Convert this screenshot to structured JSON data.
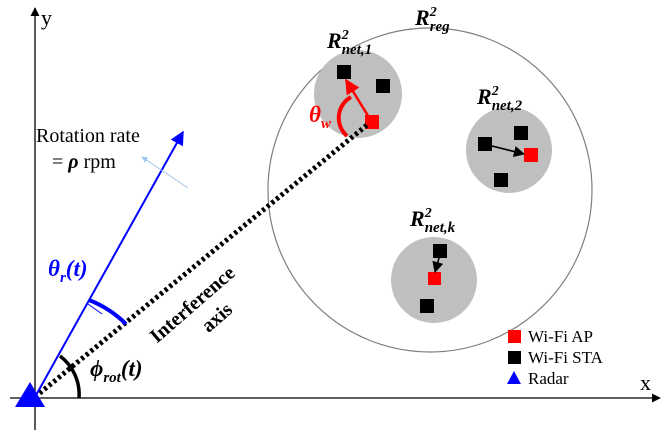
{
  "axes": {
    "x_label": "x",
    "y_label": "y"
  },
  "region_label": {
    "base": "R",
    "sup": "2",
    "sub": "reg"
  },
  "networks": [
    {
      "base": "R",
      "sup": "2",
      "sub": "net,1"
    },
    {
      "base": "R",
      "sup": "2",
      "sub": "net,2"
    },
    {
      "base": "R",
      "sup": "2",
      "sub": "net,k"
    }
  ],
  "theta_w": {
    "symbol": "θ",
    "sub": "w"
  },
  "theta_r": {
    "symbol": "θ",
    "sub": "r",
    "arg": "(t)"
  },
  "phi_rot": {
    "symbol": "ϕ",
    "sub": "rot",
    "arg": "(t)"
  },
  "rotation": {
    "line1": "Rotation rate",
    "line2_eq": "= ",
    "line2_sym": "ρ",
    "line2_unit": " rpm"
  },
  "interference": {
    "line1": "Interference",
    "line2": "axis"
  },
  "legend": [
    {
      "label": "Wi-Fi AP",
      "color": "#ff0000",
      "shape": "square"
    },
    {
      "label": "Wi-Fi STA",
      "color": "#000000",
      "shape": "square"
    },
    {
      "label": "Radar",
      "color": "#0000ff",
      "shape": "triangle"
    }
  ],
  "colors": {
    "beam": "#0000ff",
    "angle_w": "#ff0000",
    "circle_fill": "#bfbfbf",
    "arrow_faint": "#9dc3e6"
  }
}
